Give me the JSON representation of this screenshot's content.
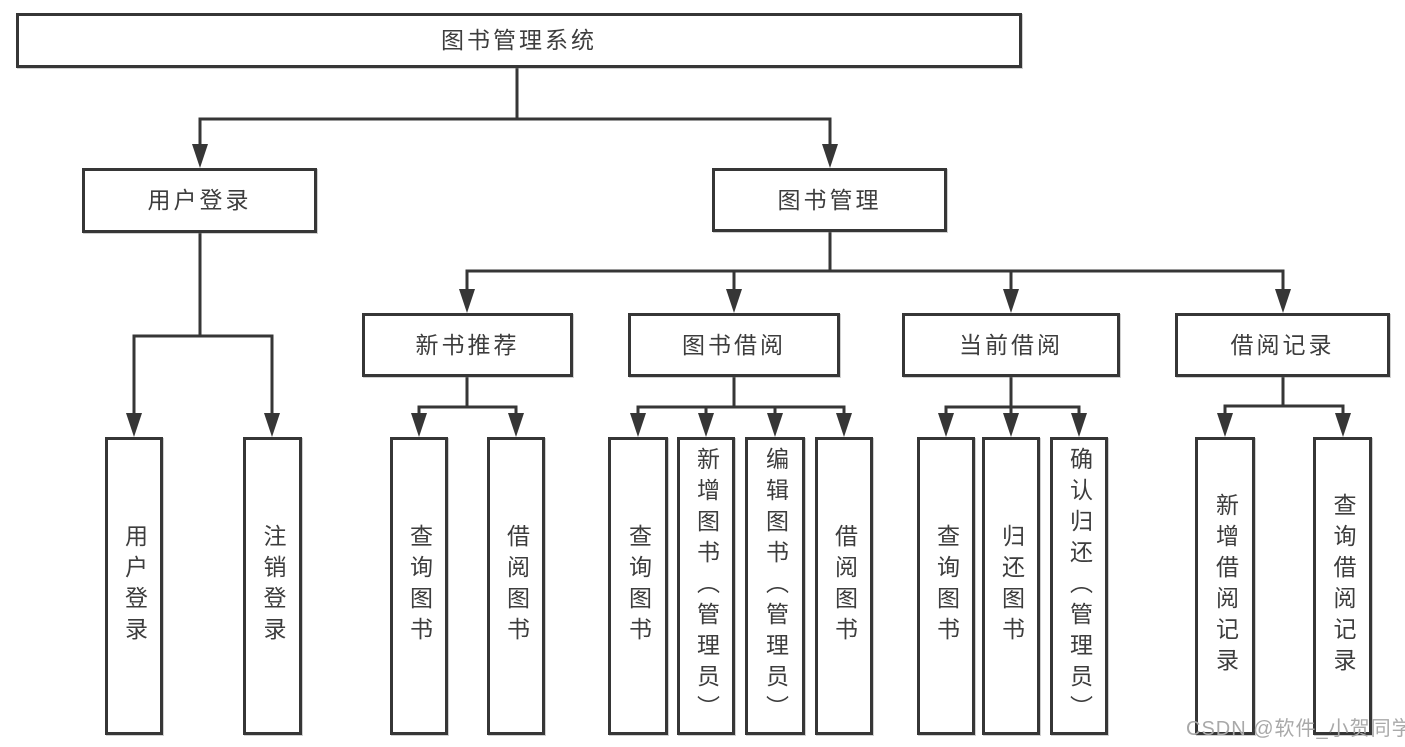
{
  "diagram_type": "feature-tree",
  "colors": {
    "line": "#363636",
    "box_border": "#363636",
    "box_fill": "#ffffff",
    "text": "#3d3d3d",
    "watermark": "#a9a9a9"
  },
  "tree": {
    "label": "图书管理系统",
    "children": [
      {
        "label": "用户登录",
        "children": [
          {
            "label": "用户登录"
          },
          {
            "label": "注销登录"
          }
        ]
      },
      {
        "label": "图书管理",
        "children": [
          {
            "label": "新书推荐",
            "children": [
              {
                "label": "查询图书"
              },
              {
                "label": "借阅图书"
              }
            ]
          },
          {
            "label": "图书借阅",
            "children": [
              {
                "label": "查询图书"
              },
              {
                "label": "新增图书（管理员）"
              },
              {
                "label": "编辑图书（管理员）"
              },
              {
                "label": "借阅图书"
              }
            ]
          },
          {
            "label": "当前借阅",
            "children": [
              {
                "label": "查询图书"
              },
              {
                "label": "归还图书"
              },
              {
                "label": "确认归还（管理员）"
              }
            ]
          },
          {
            "label": "借阅记录",
            "children": [
              {
                "label": "新增借阅记录"
              },
              {
                "label": "查询借阅记录"
              }
            ]
          }
        ]
      }
    ]
  },
  "watermark": {
    "text": "CSDN @软件_小贺同学"
  }
}
